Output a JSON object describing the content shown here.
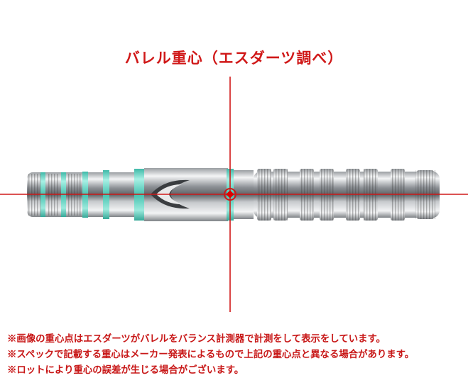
{
  "title": "バレル重心（エスダーツ調べ）",
  "notes": [
    "※画像の重心点はエスダーツがバレルをバランス計測器で計測をして表示をしています。",
    "※スペックで記載する重心はメーカー発表によるもので上記の重心点と異なる場合があります。",
    "※ロットにより重心の誤差が生じる場合がございます。"
  ],
  "colors": {
    "accent": "#d01818",
    "ring": "#5fd6c4",
    "steel": "#b8bcc0"
  }
}
